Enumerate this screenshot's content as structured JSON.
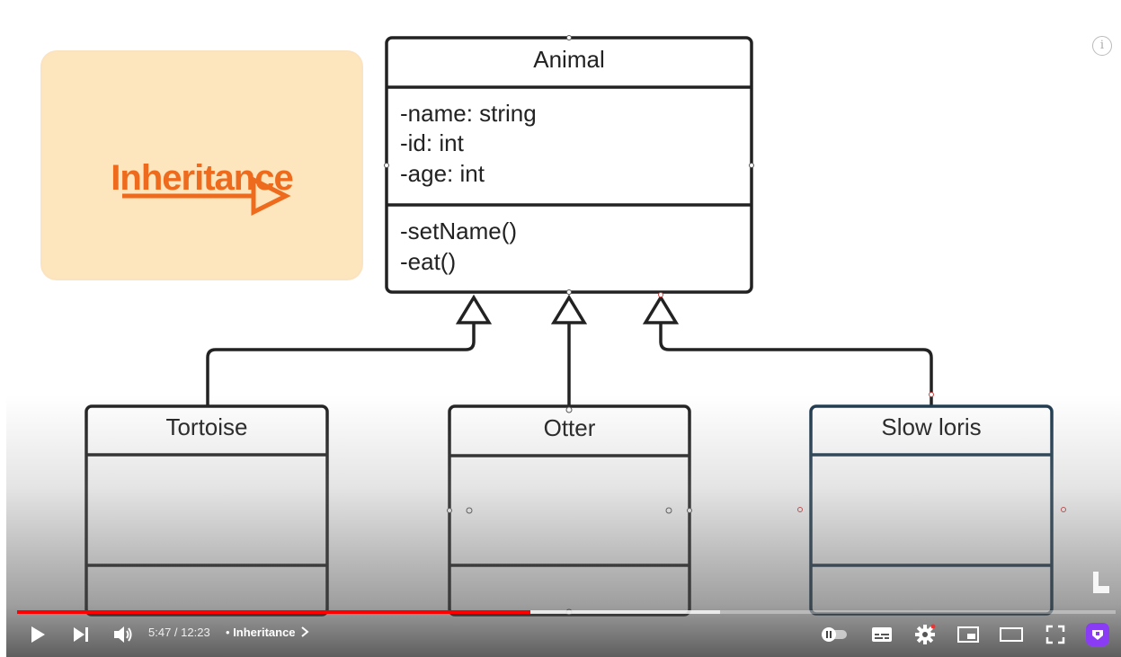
{
  "slide": {
    "tag_title": "Inheritance",
    "parent_class": {
      "name": "Animal",
      "attributes": [
        "-name: string",
        "-id: int",
        "-age: int"
      ],
      "methods": [
        "-setName()",
        "-eat()"
      ]
    },
    "child_classes": [
      {
        "name": "Tortoise"
      },
      {
        "name": "Otter"
      },
      {
        "name": "Slow loris"
      }
    ]
  },
  "player": {
    "current_time": "5:47",
    "time_separator": " / ",
    "duration": "12:23",
    "chapter_bullet": "•",
    "chapter": "Inheritance",
    "played_fraction": 0.467,
    "buffered_fraction": 0.64,
    "info_icon": "i",
    "colors": {
      "progress": "#ff0000",
      "accent_orange": "#ee6a1c",
      "premium_button": "#8a3cf5"
    }
  }
}
